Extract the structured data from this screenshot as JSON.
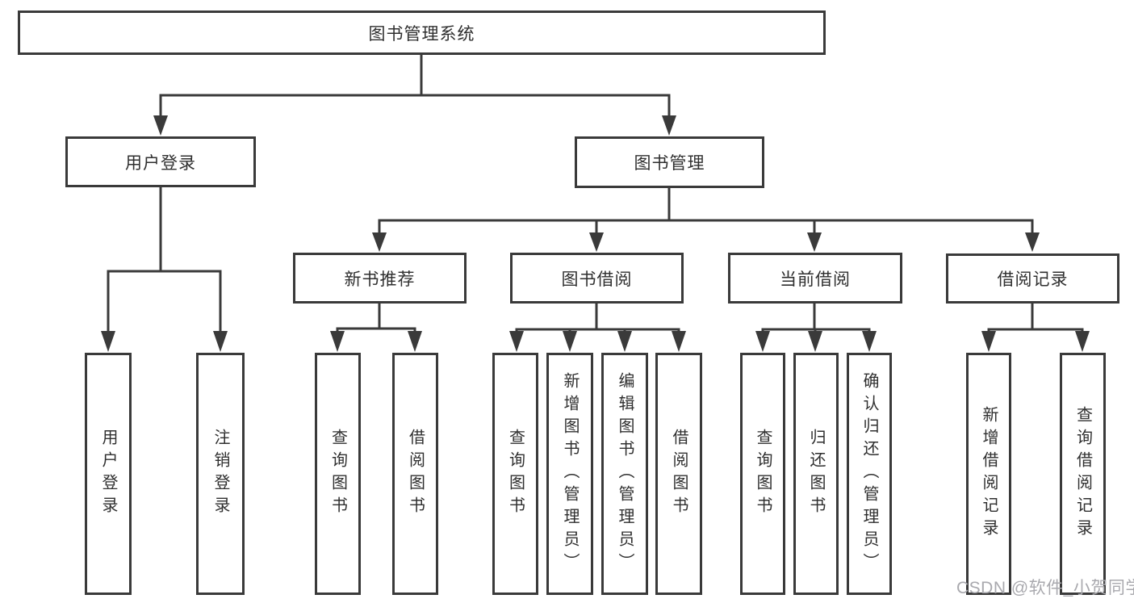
{
  "nodes": {
    "root": "图书管理系统",
    "user_login": "用户登录",
    "book_management": "图书管理",
    "new_book_recommend": "新书推荐",
    "book_borrowing": "图书借阅",
    "current_borrowing": "当前借阅",
    "borrowing_records": "借阅记录",
    "leaf_user_login": "用户登录",
    "leaf_logout": "注销登录",
    "leaf_query_books_recommend": "查询图书",
    "leaf_borrow_books_recommend": "借阅图书",
    "leaf_query_books_borrowing": "查询图书",
    "leaf_add_books_admin": "新增图书（管理员）",
    "leaf_edit_books_admin": "编辑图书（管理员）",
    "leaf_borrow_books_borrowing": "借阅图书",
    "leaf_query_books_current": "查询图书",
    "leaf_return_books": "归还图书",
    "leaf_confirm_return_admin": "确认归还（管理员）",
    "leaf_add_borrow_record": "新增借阅记录",
    "leaf_query_borrow_record": "查询借阅记录"
  },
  "watermark": "CSDN @软件_小贺同学",
  "colors": {
    "line": "#3a3a3a",
    "text": "#2f2f2f",
    "watermark": "#a9a9ae",
    "background": "#ffffff"
  }
}
